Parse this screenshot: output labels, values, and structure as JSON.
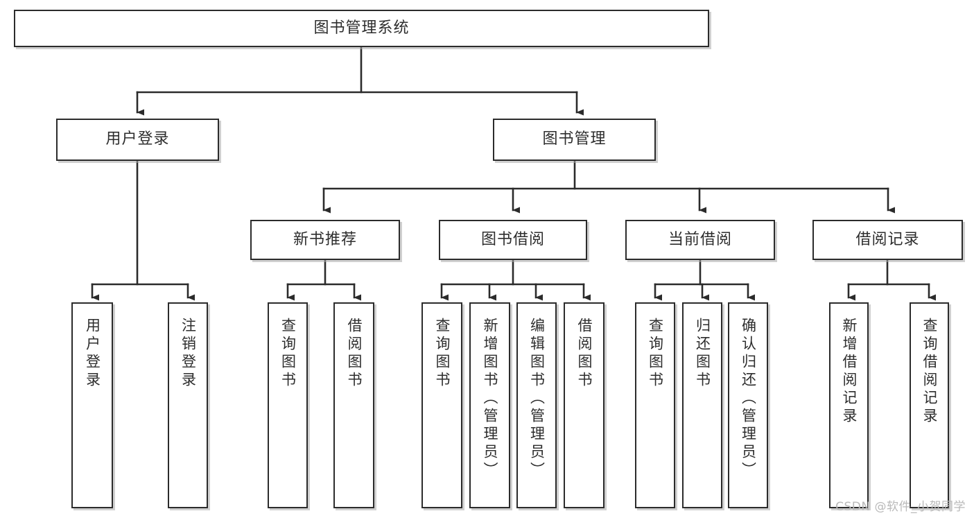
{
  "diagram": {
    "type": "tree",
    "title": "图书管理系统",
    "watermark": "CSDN @软件_小贺同学",
    "colors": {
      "box_border": "#2b2b2b",
      "box_fill": "#ffffff",
      "edge": "#2b2b2b",
      "text": "#2d2d2d",
      "watermark": "#b9b9b9"
    },
    "nodes": {
      "root": {
        "label": "图书管理系统"
      },
      "level2": [
        {
          "label": "用户登录"
        },
        {
          "label": "图书管理"
        }
      ],
      "level3": [
        {
          "label": "新书推荐"
        },
        {
          "label": "图书借阅"
        },
        {
          "label": "当前借阅"
        },
        {
          "label": "借阅记录"
        }
      ],
      "leaves": [
        {
          "label": "用户登录",
          "parent": "用户登录"
        },
        {
          "label": "注销登录",
          "parent": "用户登录"
        },
        {
          "label": "查询图书",
          "parent": "新书推荐"
        },
        {
          "label": "借阅图书",
          "parent": "新书推荐"
        },
        {
          "label": "查询图书",
          "parent": "图书借阅"
        },
        {
          "label": "新增图书（管理员）",
          "parent": "图书借阅"
        },
        {
          "label": "编辑图书（管理员）",
          "parent": "图书借阅"
        },
        {
          "label": "借阅图书",
          "parent": "图书借阅"
        },
        {
          "label": "查询图书",
          "parent": "当前借阅"
        },
        {
          "label": "归还图书",
          "parent": "当前借阅"
        },
        {
          "label": "确认归还（管理员）",
          "parent": "当前借阅"
        },
        {
          "label": "新增借阅记录",
          "parent": "借阅记录"
        },
        {
          "label": "查询借阅记录",
          "parent": "借阅记录"
        }
      ]
    }
  }
}
